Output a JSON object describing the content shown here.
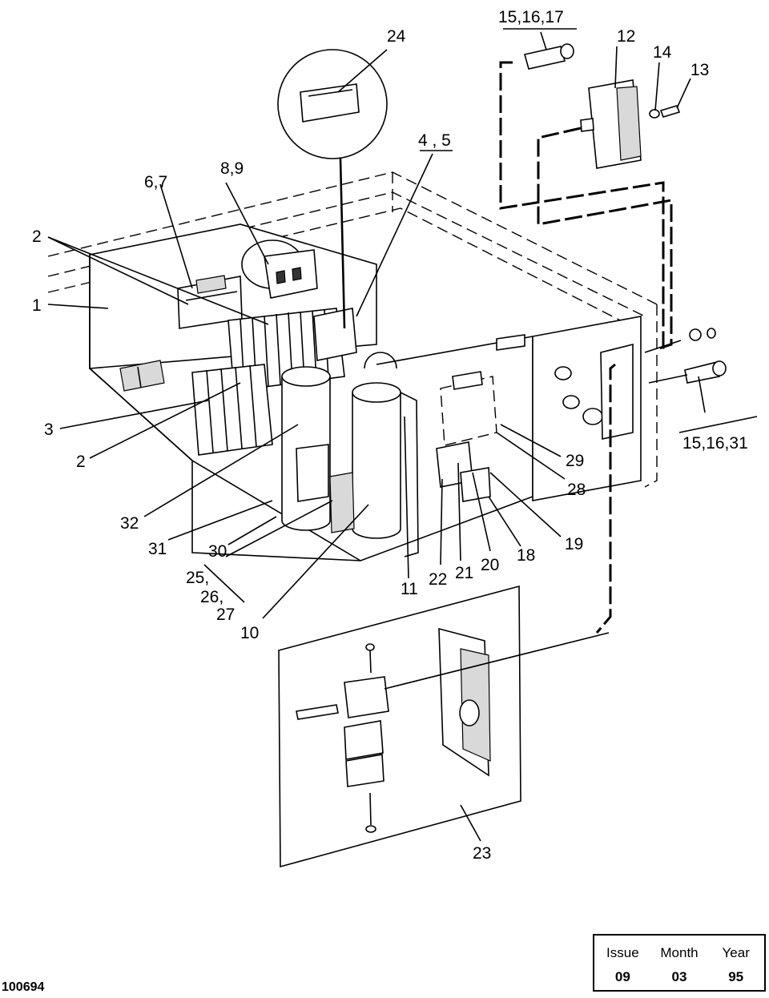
{
  "callouts": {
    "c1": "1",
    "c2a": "2",
    "c2b": "2",
    "c3": "3",
    "c4_5": "4 , 5",
    "c6_7": "6,7",
    "c8_9": "8,9",
    "c10": "10",
    "c11": "11",
    "c12": "12",
    "c13": "13",
    "c14": "14",
    "c15_16_17": "15,16,17",
    "c15_16_31": "15,16,31",
    "c18": "18",
    "c19": "19",
    "c20": "20",
    "c21": "21",
    "c22": "22",
    "c23": "23",
    "c24": "24",
    "c25": "25,",
    "c26": "26,",
    "c27": "27",
    "c28": "28",
    "c29": "29",
    "c30": "30",
    "c31": "31",
    "c32": "32"
  },
  "issue_box": {
    "headers": [
      "Issue",
      "Month",
      "Year"
    ],
    "values": [
      "09",
      "03",
      "95"
    ]
  },
  "drawing_number": "100694"
}
